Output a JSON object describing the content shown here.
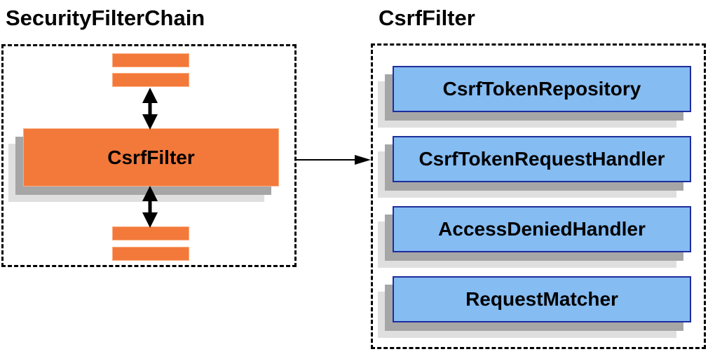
{
  "diagram": {
    "left_panel": {
      "title": "SecurityFilterChain",
      "csrf_filter_label": "CsrfFilter",
      "chain_placeholder_bars": 4
    },
    "right_panel": {
      "title": "CsrfFilter",
      "components": [
        "CsrfTokenRepository",
        "CsrfTokenRequestHandler",
        "AccessDeniedHandler",
        "RequestMatcher"
      ]
    },
    "icons": {
      "bidirectional_arrow": "↕",
      "flow_arrow": "→"
    },
    "colors": {
      "filter_fill": "#F3793B",
      "filter_border": "#FBAE80",
      "component_fill": "#85BCF2",
      "component_border": "#1F2D9C",
      "shadow_dark": "#A6A6A6",
      "shadow_light": "#DFDFDF",
      "outline": "#000000",
      "text": "#000000",
      "background": "#FFFFFF"
    }
  }
}
